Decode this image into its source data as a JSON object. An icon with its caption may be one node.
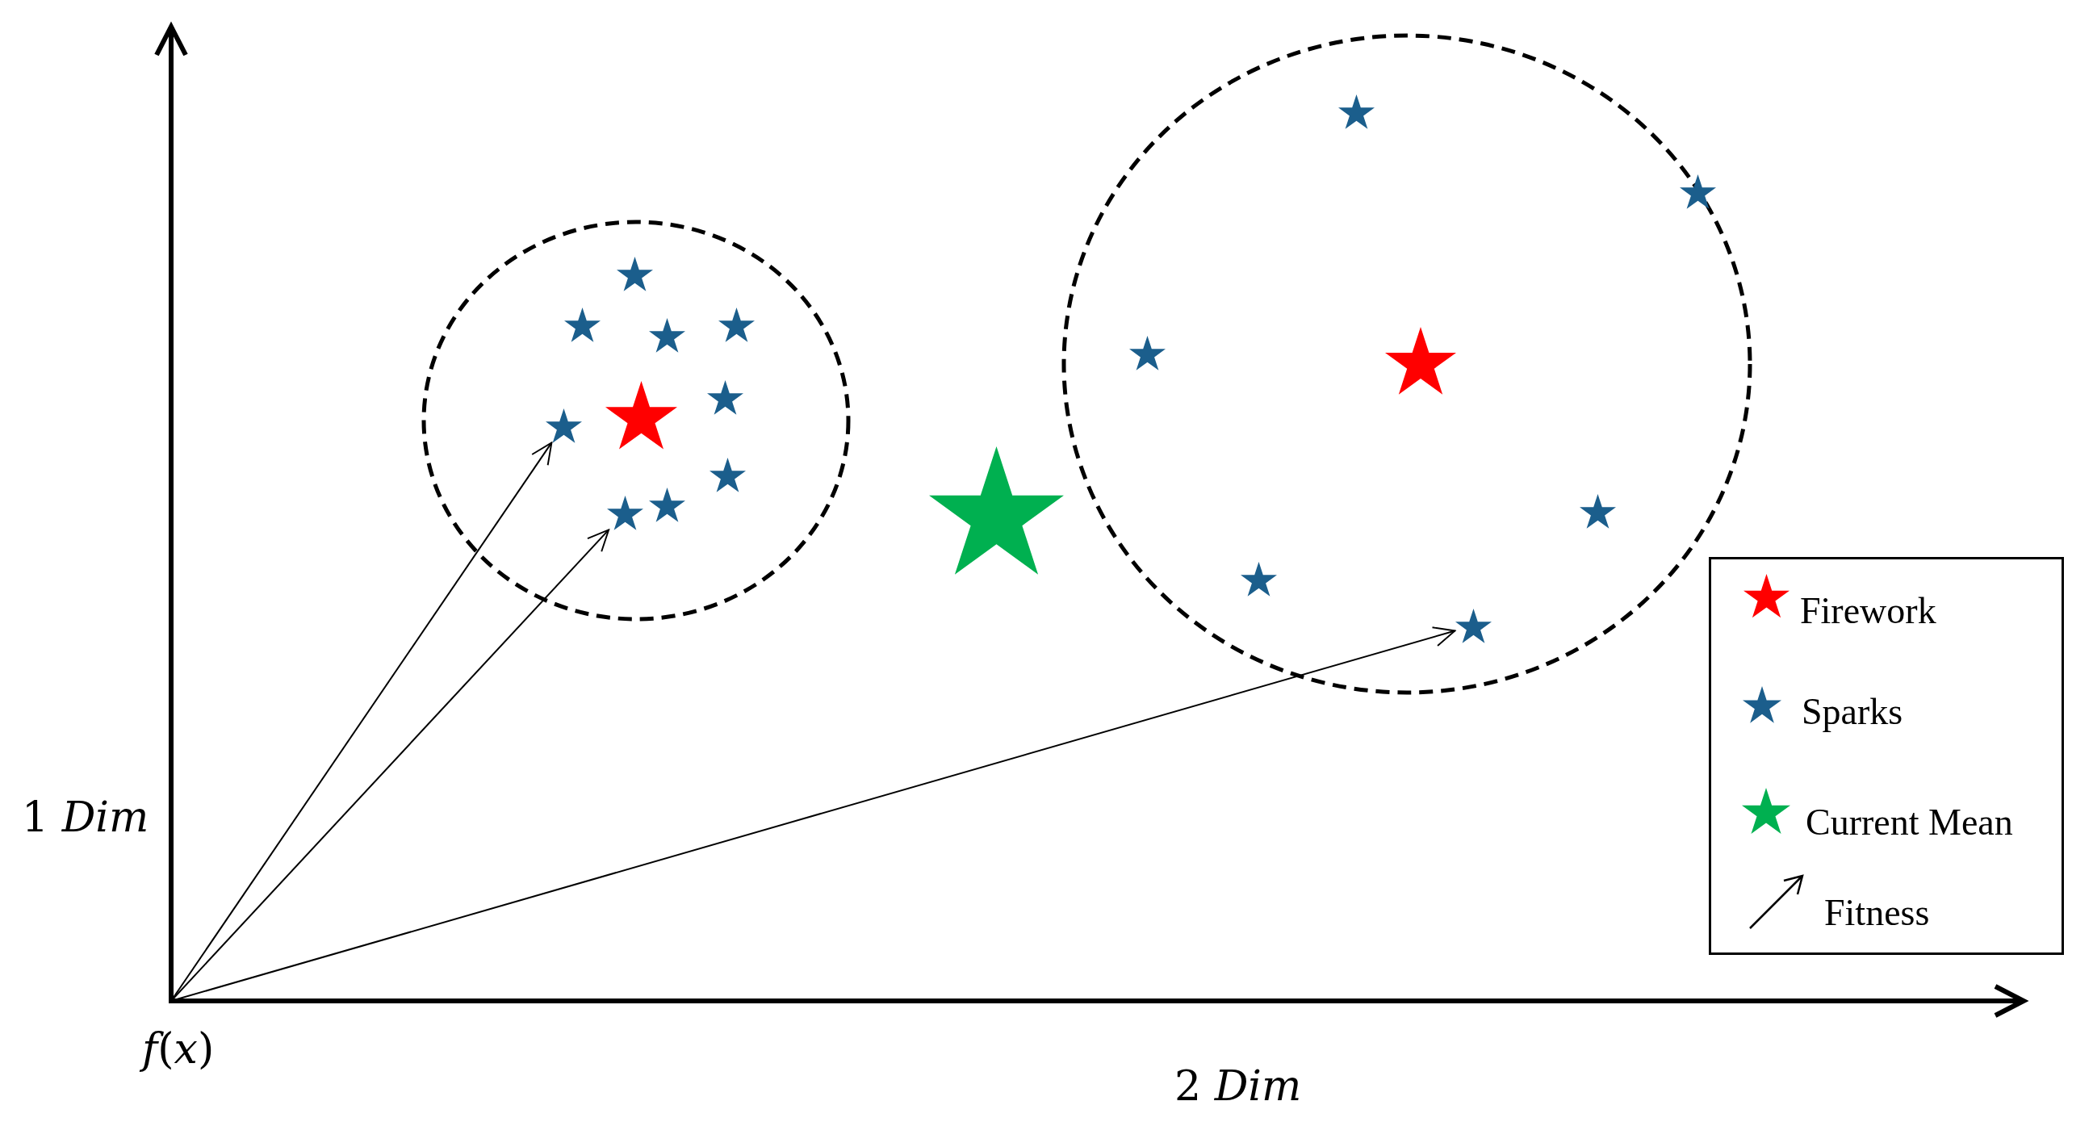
{
  "diagram": {
    "nodes": [
      {
        "text": [],
        "shape": "circle"
      },
      {
        "text": [],
        "shape": "star",
        "in": 0
      },
      {
        "text": [],
        "shape": "star",
        "in": 0
      },
      {
        "text": [],
        "shape": "star",
        "in": 0
      },
      {
        "text": [],
        "shape": "star",
        "in": 0
      },
      {
        "text": [],
        "shape": "star",
        "in": 0
      },
      {
        "text": [],
        "shape": "star",
        "in": 0
      },
      {
        "text": [],
        "shape": "star",
        "in": 0
      },
      {
        "text": [],
        "shape": "star",
        "in": 0
      },
      {
        "text": [],
        "shape": "star",
        "in": 0
      },
      {
        "text": [],
        "shape": "star",
        "in": 0
      },
      {
        "text": [],
        "shape": "star"
      },
      {
        "text": [],
        "shape": "circle"
      },
      {
        "text": [],
        "shape": "star",
        "in": 12
      },
      {
        "text": [],
        "shape": "star",
        "in": 12
      },
      {
        "text": [],
        "shape": "star",
        "in": 12
      },
      {
        "text": [],
        "shape": "star",
        "in": 12
      },
      {
        "text": [],
        "shape": "star",
        "in": 12
      },
      {
        "text": [],
        "shape": "star",
        "in": 12
      },
      {
        "text": [],
        "shape": "star",
        "in": 12
      }
    ],
    "edges": [
      {
        "from": null,
        "to": 7,
        "arrow": "to"
      },
      {
        "from": null,
        "to": 10,
        "arrow": "to"
      },
      {
        "from": null,
        "to": 19,
        "arrow": "to"
      }
    ],
    "labels": [
      "1 *Dim*",
      "*f*(*x*)",
      "2 *Dim*"
    ],
    "legend": [
      {
        "text": "Firework",
        "color": "#ff0000"
      },
      {
        "text": "Sparks",
        "color": "#1b5e8c"
      },
      {
        "text": "Current Mean",
        "color": "#00b050"
      },
      {
        "text": "Fitness"
      }
    ]
  }
}
